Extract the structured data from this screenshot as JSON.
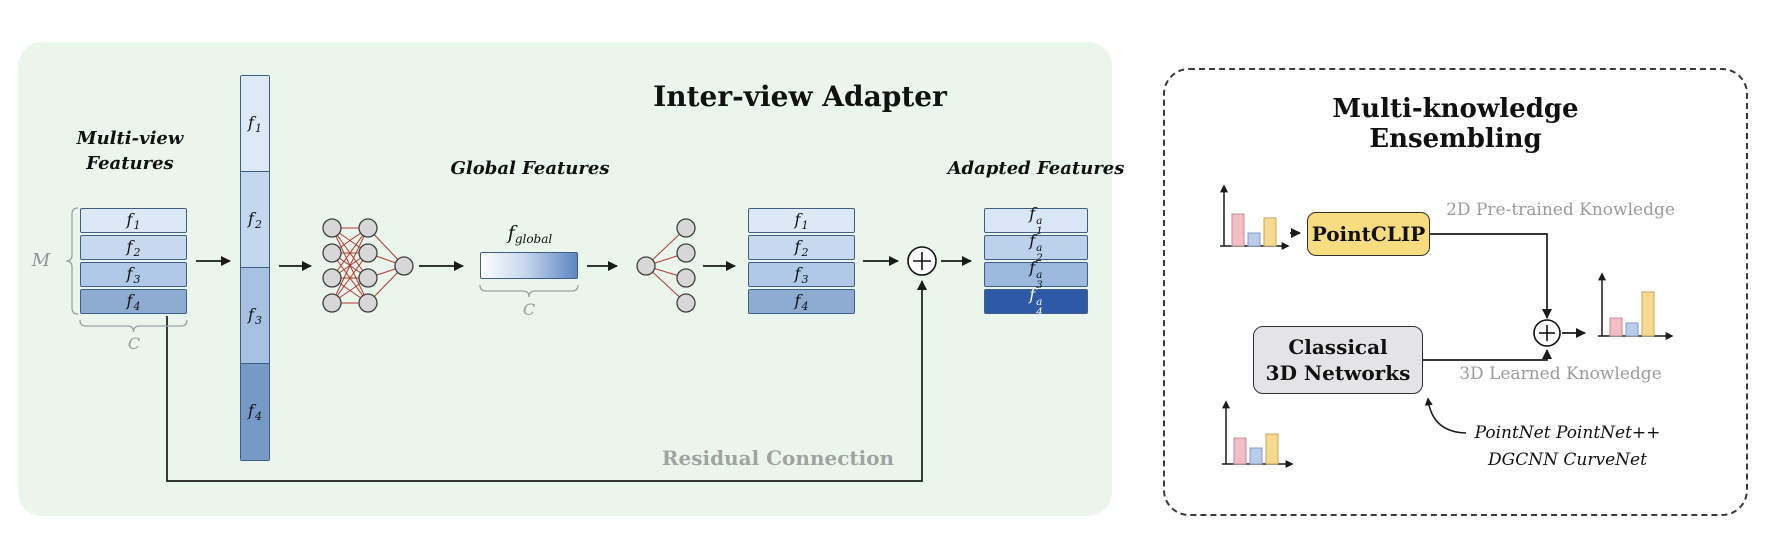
{
  "symbols": {
    "oplus": "⊕"
  },
  "colors": {
    "left_panel_bg": "#eaf5eb",
    "box_border": "#3f5d85",
    "stack_blues": [
      "#dce8f6",
      "#c7d9ee",
      "#afc9e6",
      "#8eabd2"
    ],
    "column_blues": [
      "#dde9f6",
      "#c3d7ee",
      "#a6c2e2",
      "#7699c8"
    ],
    "adapted_blues": [
      "#d9e6f5",
      "#bcd1ec",
      "#9cbade",
      "#2d59a6"
    ],
    "global_gradient_end": "#5d86c3",
    "nn_edge_red": "#b23a31",
    "nn_node_gray": "#d7d7d7",
    "pointclip_yellow": "#f8dc80",
    "classical_gray": "#e4e4e6",
    "bar_pink": "#f4bdc4",
    "bar_blue": "#b9cdeb",
    "bar_yellow": "#f8da8e",
    "gray_text": "#9b9b9b"
  },
  "left_panel": {
    "title": "Inter-view Adapter",
    "multiview_label": [
      "Multi-view",
      "Features"
    ],
    "m_label": "M",
    "c_label_stack": "C",
    "global_features_label": "Global Features",
    "fglobal": {
      "base": "f",
      "sub": "global"
    },
    "c_label_global": "C",
    "adapted_features_label": "Adapted Features",
    "residual_label": "Residual Connection",
    "multiview_stack": [
      {
        "base": "f",
        "sub": "1"
      },
      {
        "base": "f",
        "sub": "2"
      },
      {
        "base": "f",
        "sub": "3"
      },
      {
        "base": "f",
        "sub": "4"
      }
    ],
    "concat_column": [
      {
        "base": "f",
        "sub": "1"
      },
      {
        "base": "f",
        "sub": "2"
      },
      {
        "base": "f",
        "sub": "3"
      },
      {
        "base": "f",
        "sub": "4"
      }
    ],
    "mid_stack": [
      {
        "base": "f",
        "sub": "1"
      },
      {
        "base": "f",
        "sub": "2"
      },
      {
        "base": "f",
        "sub": "3"
      },
      {
        "base": "f",
        "sub": "4"
      }
    ],
    "adapted_stack": [
      {
        "base": "f",
        "sub": "1",
        "sup": "a"
      },
      {
        "base": "f",
        "sub": "2",
        "sup": "a"
      },
      {
        "base": "f",
        "sub": "3",
        "sup": "a"
      },
      {
        "base": "f",
        "sub": "4",
        "sup": "a"
      }
    ]
  },
  "right_panel": {
    "title": "Multi-knowledge Ensembling",
    "pointclip_label": "PointCLIP",
    "classical_label": [
      "Classical",
      "3D Networks"
    ],
    "knowledge_2d": "2D Pre-trained Knowledge",
    "knowledge_3d": "3D Learned Knowledge",
    "backbones": [
      "PointNet  PointNet++",
      "DGCNN  CurveNet"
    ]
  }
}
